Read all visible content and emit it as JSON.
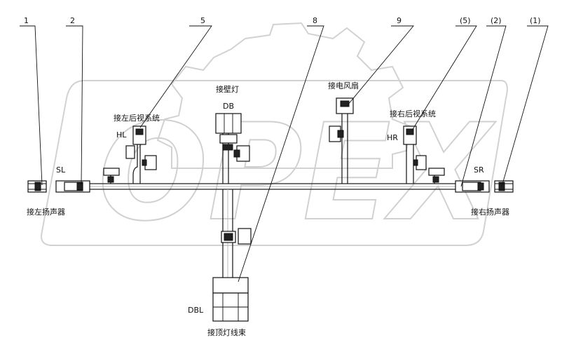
{
  "callouts": {
    "c1": "1",
    "c2": "2",
    "c5": "5",
    "c8": "8",
    "c9": "9",
    "c5b": "(5)",
    "c2b": "(2)",
    "c1b": "(1)"
  },
  "labels": {
    "left_speaker": "接左扬声器",
    "right_speaker": "接右扬声器",
    "left_mirror": "接左后视系统",
    "right_mirror": "接右后视系统",
    "wall_lamp": "接壁灯",
    "electric_fan": "接电风扇",
    "dome_lamp_harness": "接顶灯线束"
  },
  "codes": {
    "SL": "SL",
    "SR": "SR",
    "HL": "HL",
    "HR": "HR",
    "DB": "DB",
    "DBL": "DBL"
  },
  "watermark": {
    "text": "OPEX"
  }
}
